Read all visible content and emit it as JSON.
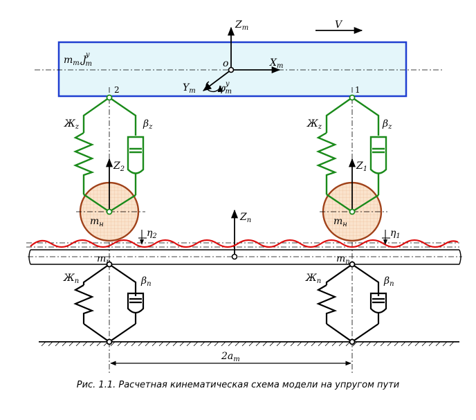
{
  "labels": {
    "body_mass": "m",
    "body_mass_sub": "m",
    "inertia": "J",
    "inertia_sub": "m",
    "inertia_sup": "y",
    "z_axis": "Z",
    "z_axis_sub": "m",
    "x_axis": "X",
    "x_axis_sub": "m",
    "y_axis": "Y",
    "y_axis_sub": "m",
    "phi": "φ",
    "phi_sub": "m",
    "phi_sup": "y",
    "origin": "o",
    "velocity": "V",
    "point_2": "2",
    "point_1": "1",
    "spring_upper": "Ж",
    "spring_upper_sub": "z",
    "damper_upper": "β",
    "damper_upper_sub": "z",
    "z2": "Z",
    "z2_sub": "2",
    "z1": "Z",
    "z1_sub": "1",
    "wheel_mass": "m",
    "wheel_mass_sub": "н",
    "track_z": "Z",
    "track_z_sub": "п",
    "eta2": "η",
    "eta2_sub": "2",
    "eta1": "η",
    "eta1_sub": "1",
    "rail_mass": "m",
    "rail_mass_sub": "п",
    "spring_lower": "Ж",
    "spring_lower_sub": "п",
    "damper_lower": "β",
    "damper_lower_sub": "п",
    "base": "2a",
    "base_sub": "m",
    "comma": ","
  },
  "caption": "Рис. 1.1. Расчетная кинематическая схема модели на упругом пути",
  "colors": {
    "body_fill": "#e4f6fa",
    "body_stroke": "#1f3fd0",
    "suspension": "#1a8a1a",
    "wheel_fill": "#fae3cc",
    "wheel_stroke": "#a0421a",
    "rail_wave": "#dd1111",
    "ink": "#000000"
  }
}
